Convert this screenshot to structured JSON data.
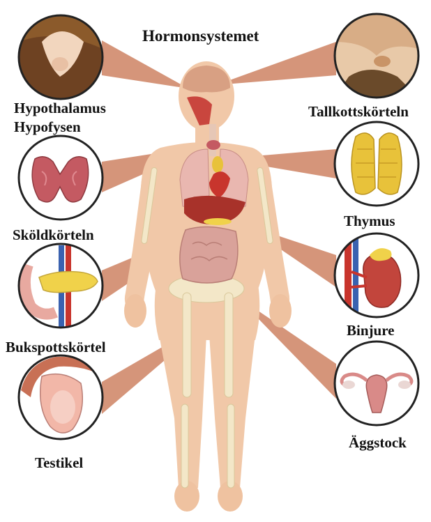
{
  "title": "Hormonsystemet",
  "labels": {
    "hypothalamus": "Hypothalamus",
    "hypofysen": "Hypofysen",
    "tallkottskorteln": "Tallkottskörteln",
    "skoldkorteln": "Sköldkörteln",
    "thymus": "Thymus",
    "bukspottskortel": "Bukspottskörtel",
    "binjure": "Binjure",
    "testikel": "Testikel",
    "aggstock": "Äggstock"
  },
  "colors": {
    "skin": "#f1c8a8",
    "skin_shadow": "#e2ac88",
    "pointer": "#d5957a",
    "circle_border": "#222222",
    "thyroid": "#c45a62",
    "thymus": "#e8c23a",
    "pancreas": "#f0d24a",
    "liver": "#a8322a",
    "lungs": "#e9b7b0",
    "intestine": "#d9a29a",
    "bone": "#f3e7c8"
  }
}
